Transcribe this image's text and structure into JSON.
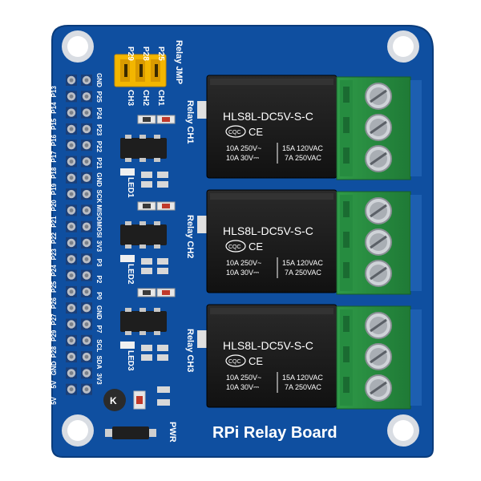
{
  "board": {
    "name": "RPi Relay Board",
    "pcb_color": "#0f4fa0",
    "relay_jmp_label": "Relay JMP",
    "pwr_label": "PWR",
    "jumper_pins": [
      "P29",
      "P28",
      "P25"
    ],
    "jumper_channels": [
      "CH3",
      "CH2",
      "CH1"
    ],
    "channel_labels": [
      "Relay CH1",
      "Relay CH2",
      "Relay CH3"
    ],
    "led_labels": [
      "LED1",
      "LED2",
      "LED3"
    ]
  },
  "relays": [
    {
      "model": "HLS8L-DC5V-S-C",
      "cert": "CQC",
      "mark": "CE",
      "spec_left_1": "10A 250V~",
      "spec_left_2": "10A 30V⎓",
      "spec_right_1": "15A 120VAC",
      "spec_right_2": "7A 250VAC"
    },
    {
      "model": "HLS8L-DC5V-S-C",
      "cert": "CQC",
      "mark": "CE",
      "spec_left_1": "10A 250V~",
      "spec_left_2": "10A 30V⎓",
      "spec_right_1": "15A 120VAC",
      "spec_right_2": "7A 250VAC"
    },
    {
      "model": "HLS8L-DC5V-S-C",
      "cert": "CQC",
      "mark": "CE",
      "spec_left_1": "10A 250V~",
      "spec_left_2": "10A 30V⎓",
      "spec_right_1": "15A 120VAC",
      "spec_right_2": "7A 250VAC"
    }
  ],
  "gpio_labels_outer": [
    "5V",
    "5V",
    "GND",
    "P28",
    "P29",
    "P27",
    "P26",
    "P25",
    "P24",
    "P23",
    "P22",
    "P21",
    "P20",
    "P19",
    "P18",
    "P17",
    "P16",
    "P15",
    "P14",
    "P13"
  ],
  "gpio_labels_inner": [
    "GND",
    "P25",
    "P24",
    "P23",
    "P22",
    "P21",
    "GND",
    "SCK",
    "MISO",
    "MOSI",
    "3V3",
    "P3",
    "P2",
    "P0",
    "GND",
    "P7",
    "SCL",
    "SDA",
    "3V3"
  ]
}
